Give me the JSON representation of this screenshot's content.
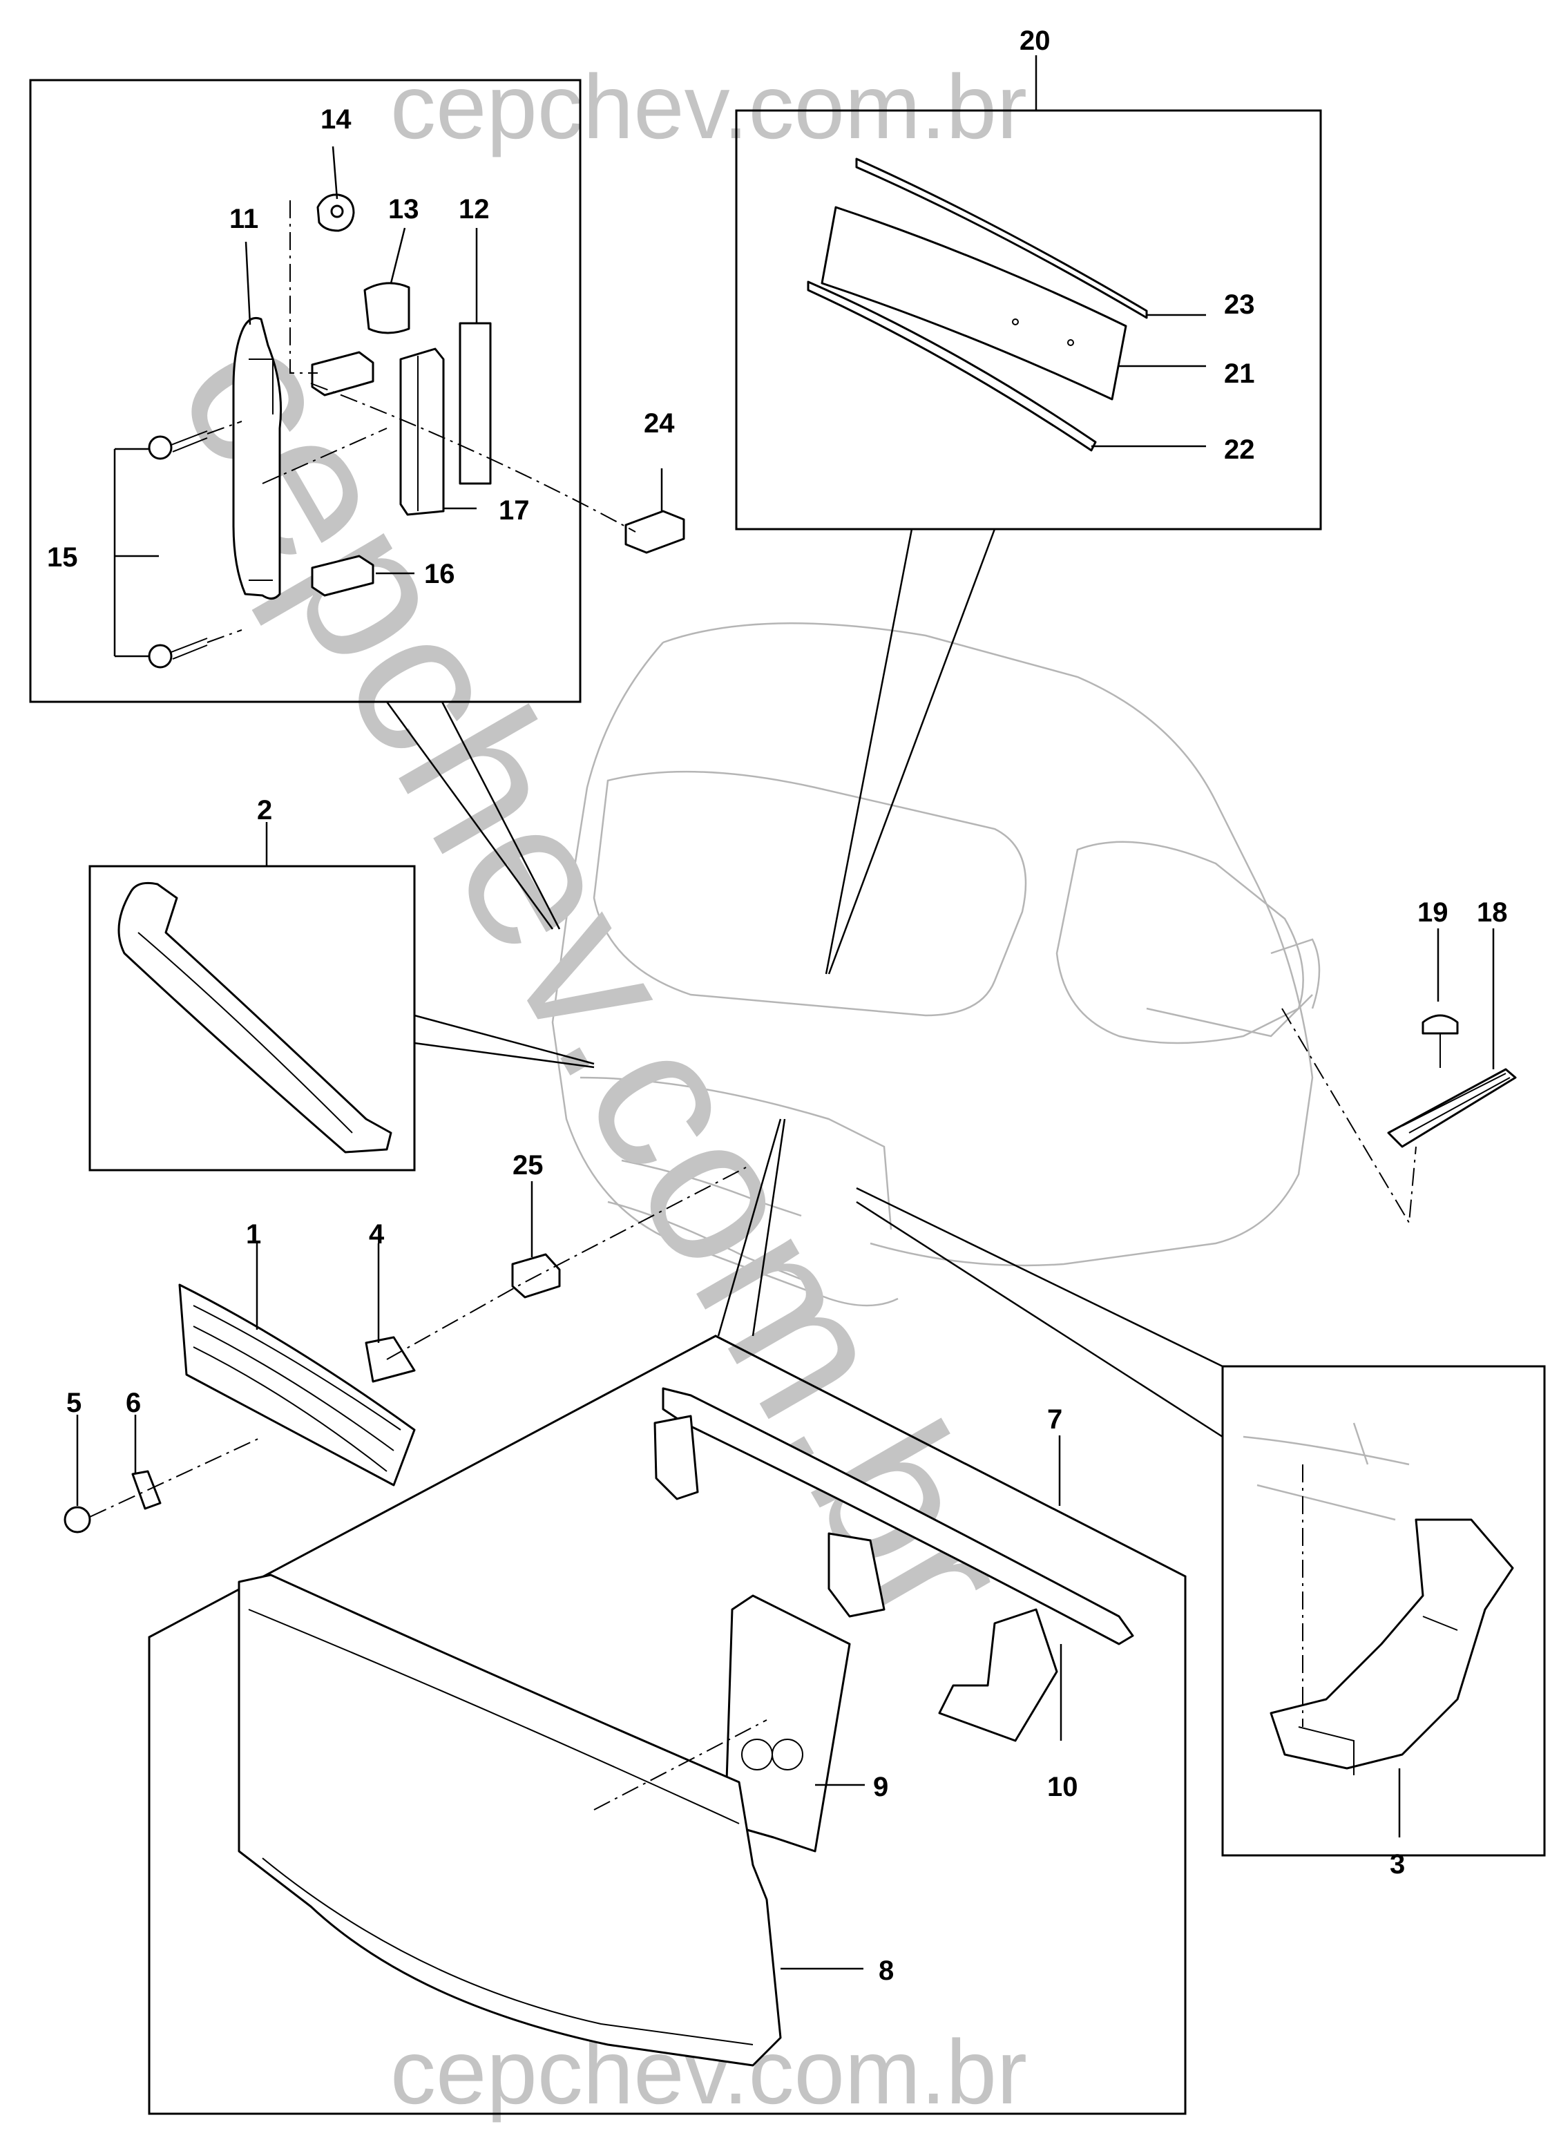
{
  "watermark": {
    "top": "cepchev.com.br",
    "bottom": "cepchev.com.br",
    "diagonal": "cepchev.com.br"
  },
  "callouts": [
    "1",
    "2",
    "3",
    "4",
    "5",
    "6",
    "7",
    "8",
    "9",
    "10",
    "11",
    "12",
    "13",
    "14",
    "15",
    "16",
    "17",
    "18",
    "19",
    "20",
    "21",
    "22",
    "23",
    "24",
    "25"
  ]
}
